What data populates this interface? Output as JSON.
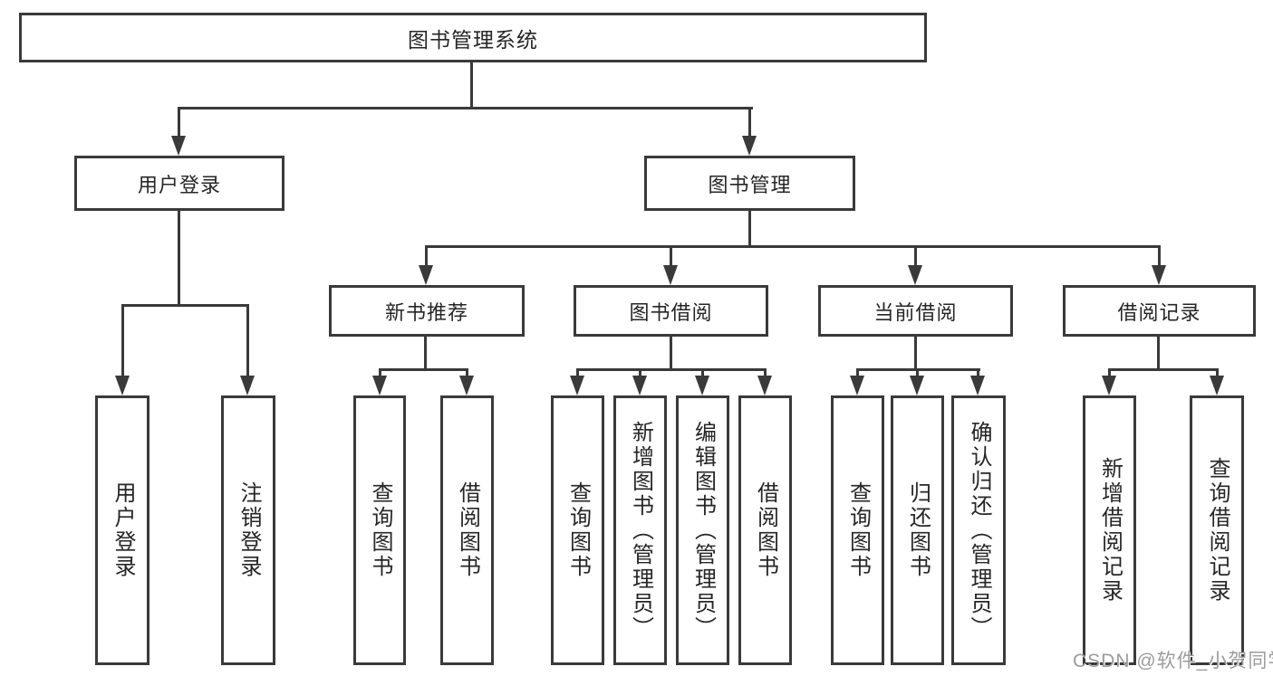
{
  "colors": {
    "line": "#3a3a3a",
    "text": "#262626",
    "watermark": "#9c9c9c"
  },
  "watermark": {
    "text": "CSDN @软件_小贺同学"
  },
  "tree": {
    "root": {
      "label": "图书管理系统",
      "children": [
        {
          "label": "用户登录",
          "children": [
            {
              "label": "用户登录"
            },
            {
              "label": "注销登录"
            }
          ]
        },
        {
          "label": "图书管理",
          "children": [
            {
              "label": "新书推荐",
              "children": [
                {
                  "label": "查询图书"
                },
                {
                  "label": "借阅图书"
                }
              ]
            },
            {
              "label": "图书借阅",
              "children": [
                {
                  "label": "查询图书"
                },
                {
                  "label": "新增图书（管理员）"
                },
                {
                  "label": "编辑图书（管理员）"
                },
                {
                  "label": "借阅图书"
                }
              ]
            },
            {
              "label": "当前借阅",
              "children": [
                {
                  "label": "查询图书"
                },
                {
                  "label": "归还图书"
                },
                {
                  "label": "确认归还（管理员）"
                }
              ]
            },
            {
              "label": "借阅记录",
              "children": [
                {
                  "label": "新增借阅记录"
                },
                {
                  "label": "查询借阅记录"
                }
              ]
            }
          ]
        }
      ]
    }
  }
}
